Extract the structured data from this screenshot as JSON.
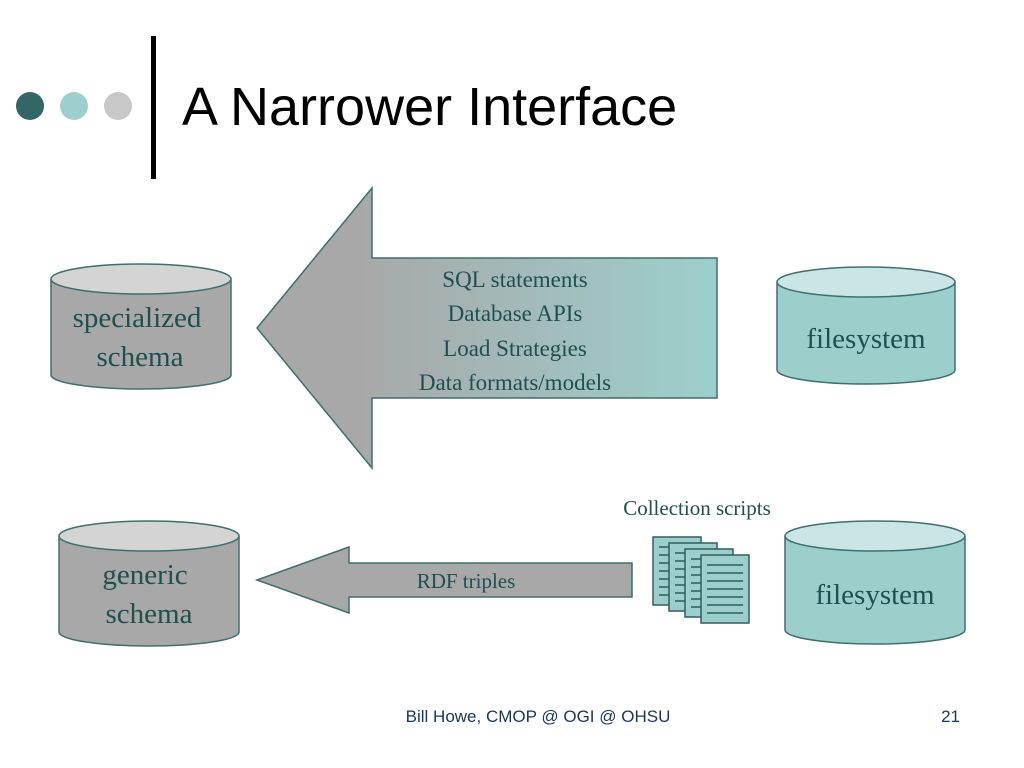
{
  "slide": {
    "title": "A Narrower Interface",
    "footer_credit": "Bill Howe, CMOP @ OGI @ OHSU",
    "page_number": "21"
  },
  "colors": {
    "dot_dark": "#336666",
    "dot_mid": "#9dcfcf",
    "dot_light": "#c8c8c8",
    "gray_fill": "#a8a8a8",
    "teal_fill": "#9ccfcc",
    "teal_top": "#c9e6e4",
    "gray_top": "#d4d4d4",
    "stroke": "#3f6f6e",
    "text": "#1f4f4e"
  },
  "top_row": {
    "target": {
      "label_line1": "specialized",
      "label_line2": "schema"
    },
    "arrow_items": [
      "SQL statements",
      "Database APIs",
      "Load Strategies",
      "Data formats/models"
    ],
    "source": {
      "label": "filesystem"
    }
  },
  "bottom_row": {
    "target": {
      "label_line1": "generic",
      "label_line2": "schema"
    },
    "arrow_label": "RDF triples",
    "scripts_label": "Collection scripts",
    "scripts_icon": "documents-stack-icon",
    "source": {
      "label": "filesystem"
    }
  }
}
